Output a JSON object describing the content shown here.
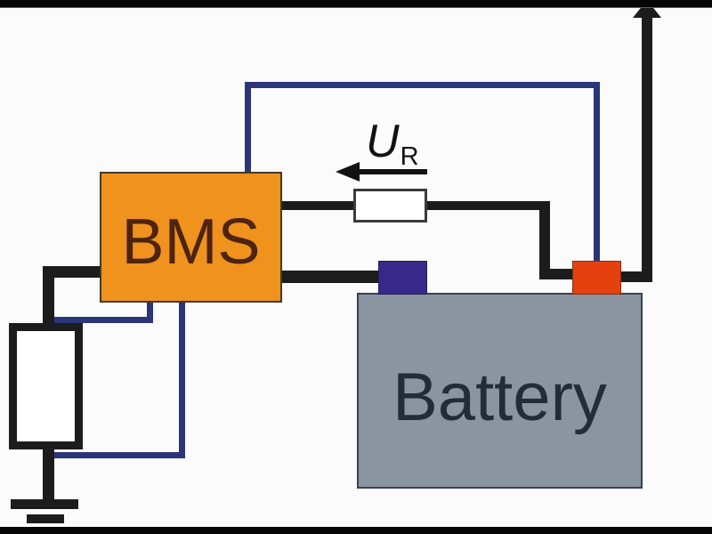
{
  "figure": {
    "type": "circuit-diagram",
    "description": "Battery management system (BMS) measuring current via shunt resistor on a battery",
    "blocks": {
      "bms": {
        "label": "BMS"
      },
      "battery": {
        "label": "Battery"
      }
    },
    "voltage_label": {
      "symbol": "U",
      "subscript": "R"
    }
  },
  "colors": {
    "canvas-bg": "#fbfbfb",
    "letterbox": "#060606",
    "wire-black": "#1c1c1c",
    "wire-blue": "#2b3579",
    "bms-fill": "#ef921e",
    "bms-border": "#413a28",
    "bms-text": "#4e2310",
    "battery-fill": "#8a95a1",
    "battery-border": "#3b414b",
    "battery-text": "#232d38",
    "terminal-negative": "#38288a",
    "terminal-positive": "#e5410f",
    "resistor-fill": "#ffffff",
    "resistor-border": "#1c1c1c",
    "shunt-border": "#3a3a3a",
    "arrow-color": "#111111"
  }
}
